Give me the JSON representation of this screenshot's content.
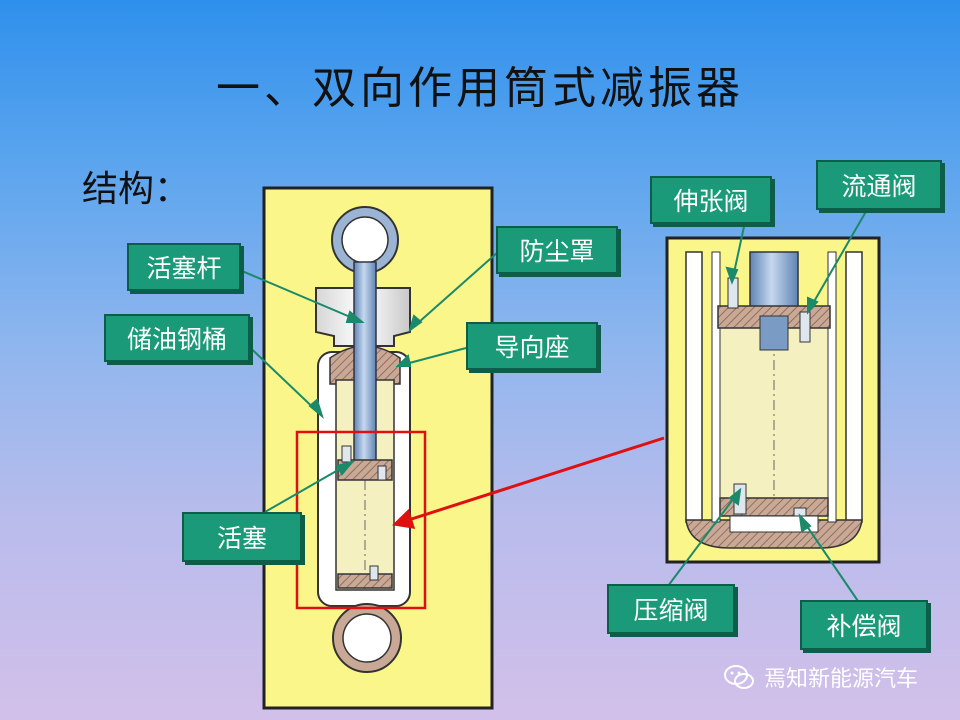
{
  "title": "一、双向作用筒式减振器",
  "subtitle": "结构：",
  "labels": {
    "piston_rod": "活塞杆",
    "dust_cover": "防尘罩",
    "reservoir_tube": "储油钢桶",
    "guide_seat": "导向座",
    "piston": "活塞",
    "rebound_valve": "伸张阀",
    "flow_valve": "流通阀",
    "compression_valve": "压缩阀",
    "compensation_valve": "补偿阀"
  },
  "watermark": "焉知新能源汽车",
  "colors": {
    "panel_yellow": "#faf68a",
    "label_green": "#1a9a78",
    "highlight_red": "#e01010",
    "steel_blue": "#7a9cc4"
  }
}
